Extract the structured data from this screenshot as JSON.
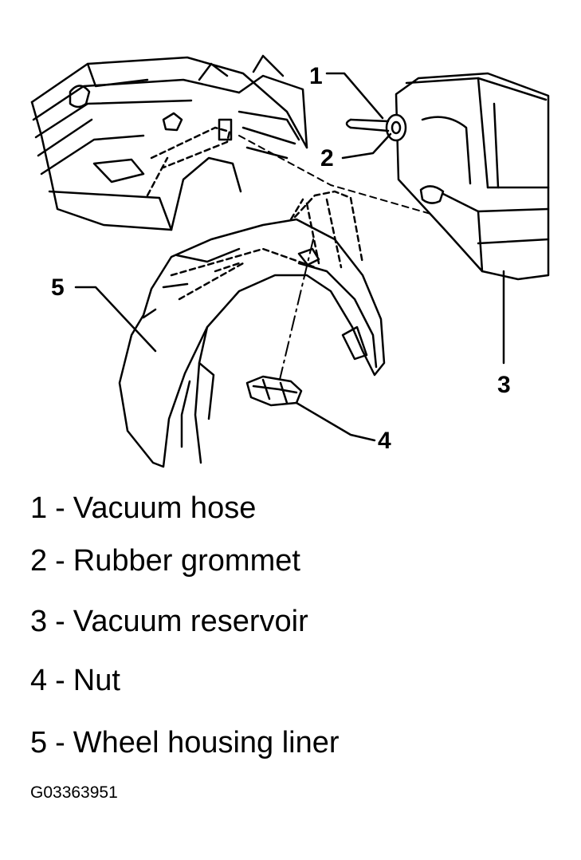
{
  "callouts": [
    "1",
    "2",
    "3",
    "4",
    "5"
  ],
  "legend": {
    "separator": "-",
    "items": [
      {
        "num": "1",
        "label": "Vacuum hose"
      },
      {
        "num": "2",
        "label": "Rubber grommet"
      },
      {
        "num": "3",
        "label": "Vacuum reservoir"
      },
      {
        "num": "4",
        "label": "Nut"
      },
      {
        "num": "5",
        "label": "Wheel housing liner"
      }
    ]
  },
  "figure_id": "G03363951"
}
